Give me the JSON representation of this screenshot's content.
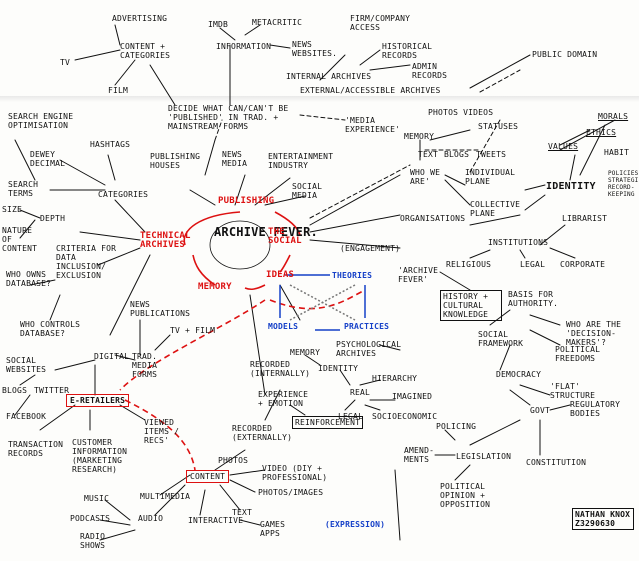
{
  "central": {
    "title": "ARCHIVE FEVER."
  },
  "hubs": {
    "publishing": "PUBLISHING",
    "technical": "TECHNICAL ARCHIVES",
    "social": "THE SOCIAL",
    "ideas": "IDEAS",
    "memory": "MEMORY"
  },
  "blue_nodes": {
    "theories": "THEORIES",
    "models": "MODELS",
    "practices": "PRACTICES",
    "expression": "(EXPRESSION)"
  },
  "top": {
    "advertising": "ADVERTISING",
    "tv": "TV",
    "content_categories": "CONTENT + CATEGORIES",
    "film_top": "FILM",
    "imdb": "IMDB",
    "metacritic": "METACRITIC",
    "information": "INFORMATION",
    "news_websites": "NEWS WEBSITES.",
    "firm_company": "FIRM/COMPANY ACCESS",
    "historical_records": "HISTORICAL RECORDS",
    "admin_records": "ADMIN RECORDS",
    "internal_archives": "INTERNAL ARCHIVES",
    "external_archives": "EXTERNAL/ACCESSIBLE ARCHIVES",
    "public_domain": "PUBLIC DOMAIN"
  },
  "left": {
    "seo": "SEARCH ENGINE OPTIMISATION",
    "hashtags": "HASHTAGS",
    "dewey": "DEWEY DECIMAL",
    "search_terms": "SEARCH TERMS",
    "categories": "CATEGORIES",
    "size": "SIZE",
    "depth": "DEPTH",
    "nature": "NATURE OF CONTENT",
    "criteria": "CRITERIA FOR DATA INCLUSION/ EXCLUSION",
    "who_owns": "WHO OWNS DATABASE?",
    "who_controls": "WHO CONTROLS DATABASE?",
    "social_websites": "SOCIAL WEBSITES",
    "blogs": "BLOGS",
    "twitter": "TWITTER",
    "facebook": "FACEBOOK",
    "digital": "DIGITAL",
    "e_retailers": "E-RETAILERS",
    "transaction": "TRANSACTION RECORDS",
    "customer_info": "CUSTOMER INFORMATION (MARKETING RESEARCH)",
    "viewed_items": "VIEWED ITEMS / RECS'",
    "news_publications": "NEWS PUBLICATIONS",
    "tv_film": "TV + FILM",
    "trad_media": "TRAD. MEDIA FORMS"
  },
  "center_top": {
    "decide": "DECIDE WHAT CAN/CAN'T BE 'PUBLISHED' IN TRAD. + MAINSTREAM FORMS",
    "media_experience": "'MEDIA EXPERIENCE'",
    "publishing_houses": "PUBLISHING HOUSES",
    "news_media": "NEWS MEDIA",
    "entertainment": "ENTERTAINMENT INDUSTRY",
    "social_media": "SOCIAL MEDIA"
  },
  "right": {
    "photos_videos": "PHOTOS VIDEOS",
    "statuses": "STATUSES",
    "text": "TEXT",
    "blogs": "BLOGS",
    "tweets": "TWEETS",
    "memory": "MEMORY",
    "morals": "MORALS",
    "ethics": "ETHICS",
    "values": "VALUES",
    "habit": "HABIT",
    "who_we_are": "WHO WE ARE'",
    "individual_plane": "INDIVIDUAL PLANE",
    "identity": "IDENTITY",
    "collective_plane": "COLLECTIVE PLANE",
    "organisations": "ORGANISATIONS",
    "librarist": "LIBRARIST",
    "institutions": "INSTITUTIONS",
    "religious": "RELIGIOUS",
    "legal": "LEGAL",
    "corporate": "CORPORATE",
    "policies": "POLICIES, STRATEGIES, RECORD-KEEPING",
    "engagement": "(ENGAGEMENT)",
    "archive_fever": "'ARCHIVE FEVER'",
    "history": "HISTORY + CULTURAL KNOWLEDGE",
    "basis": "BASIS FOR AUTHORITY.",
    "social_framework": "SOCIAL FRAMEWORK",
    "who_decision": "WHO ARE THE 'DECISION-MAKERS'?",
    "political_freedoms": "POLITICAL FREEDOMS",
    "democracy": "DEMOCRACY",
    "flat": "'FLAT' STRUCTURE",
    "govt": "GOVT",
    "regulatory": "REGULATORY BODIES",
    "policing": "POLICING",
    "amendments": "AMEND- MENTS",
    "legislation": "LEGISLATION",
    "constitution": "CONSTITUTION",
    "political_opinion": "POLITICAL OPINION + OPPOSITION"
  },
  "center_bottom": {
    "memory2": "MEMORY",
    "psychological": "PSYCHOLOGICAL ARCHIVES",
    "recorded_internally": "RECORDED (INTERNALLY)",
    "identity2": "IDENTITY",
    "hierarchy": "HIERARCHY",
    "real": "REAL",
    "imagined": "IMAGINED",
    "legal2": "LEGAL",
    "socioeconomic": "SOCIOECONOMIC",
    "experience_emotion": "EXPERIENCE + EMOTION",
    "recorded_externally": "RECORDED (EXTERNALLY)",
    "reinforcement": "REINFORCEMENT",
    "photos": "PHOTOS",
    "content": "CONTENT",
    "video": "VIDEO (DIY + PROFESSIONAL)",
    "photos_images": "PHOTOS/IMAGES",
    "text": "TEXT",
    "interactive": "INTERACTIVE",
    "games_apps": "GAMES APPS",
    "multimedia": "MULTIMEDIA",
    "music": "MUSIC",
    "podcasts": "PODCASTS",
    "audio": "AUDIO",
    "radio_shows": "RADIO SHOWS"
  },
  "signature": {
    "name": "NATHAN KNOX",
    "id": "Z3290630"
  }
}
